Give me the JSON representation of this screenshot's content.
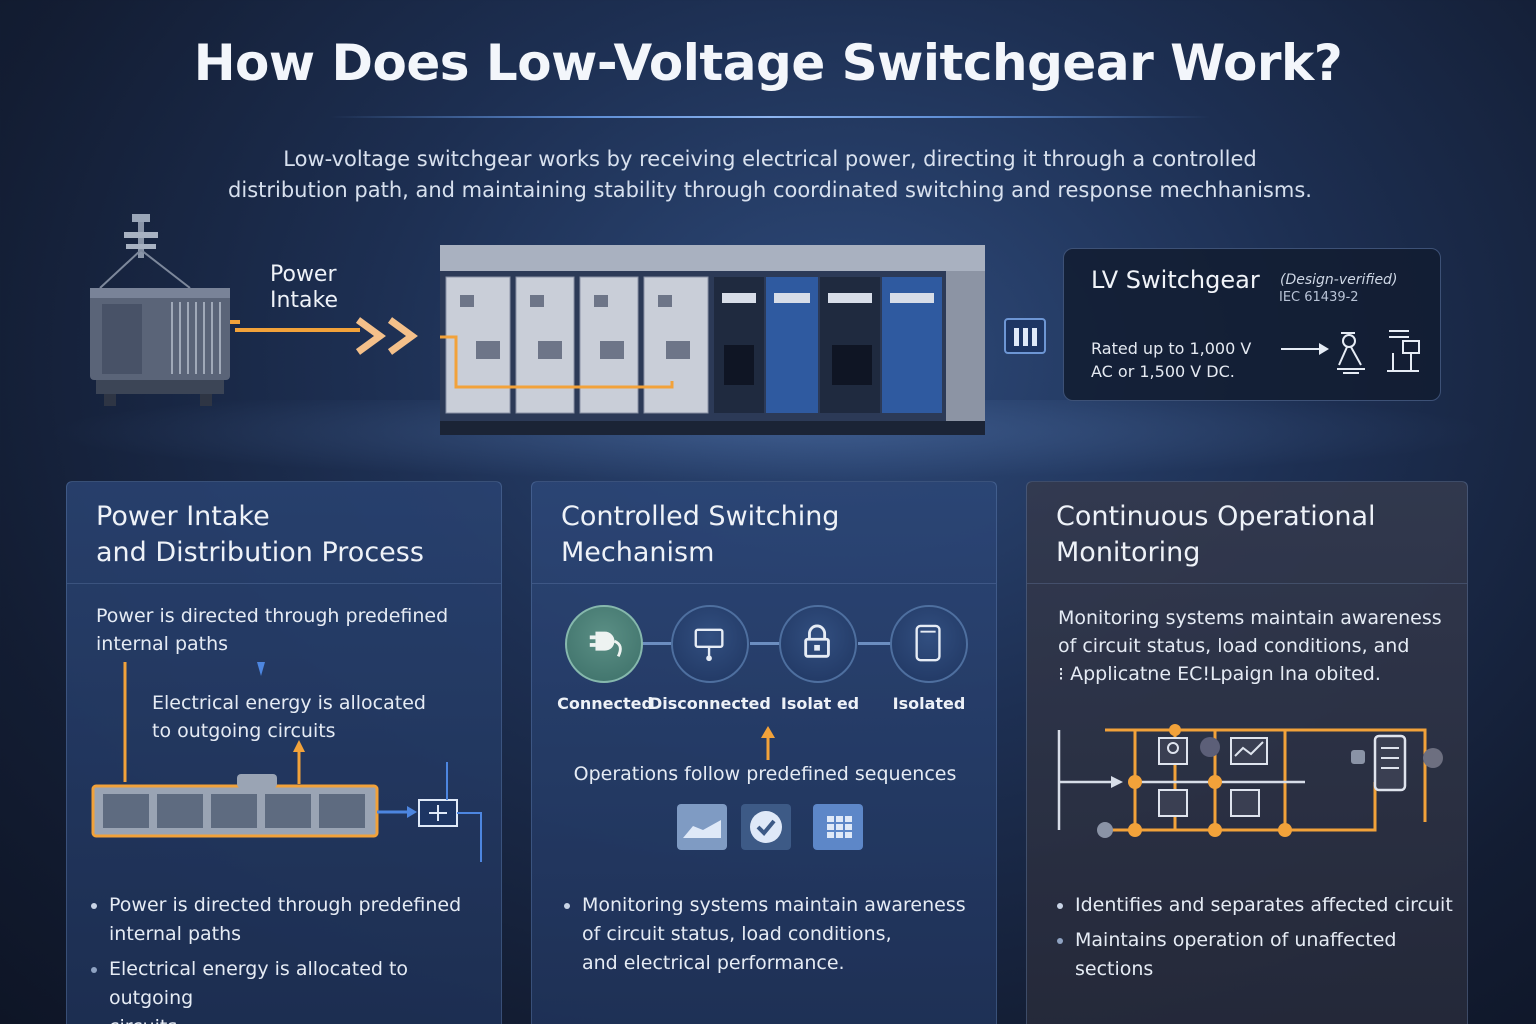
{
  "header": {
    "title": "How Does Low-Voltage Switchgear Work?",
    "intro_line1": "Low-voltage switchgear works by receiving electrical power, directing it through a controlled",
    "intro_line2": "distribution path, and maintaining stability through coordinated switching and response mechhanisms."
  },
  "hero": {
    "power_label_line1": "Power",
    "power_label_line2": "Intake"
  },
  "spec_card": {
    "title": "LV Switchgear",
    "badge": "(Design-verified)",
    "standard": "IEC 61439-2",
    "rated_line1": "Rated up to 1,000 V",
    "rated_line2": "AC or 1,500 V DC."
  },
  "panels": [
    {
      "title_line1": "Power Intake",
      "title_line2": "and Distribution Process",
      "text1_line1": "Power is directed through predefined",
      "text1_line2": "internal paths",
      "text2_line1": "Electrical energy is allocated",
      "text2_line2": "to outgoing circuits",
      "bullets": [
        {
          "line1": "Power is directed through predefined",
          "line2": "internal paths"
        },
        {
          "line1": "Electrical energy is allocated to outgoing",
          "line2": "circuits"
        }
      ]
    },
    {
      "title_line1": "Controlled Switching",
      "title_line2": "Mechanism",
      "states": [
        "Connected",
        "Disconnected",
        "Isolat ed",
        "Isolated"
      ],
      "sequence_text": "Operations follow predefined sequences",
      "bullets": [
        {
          "line1": "Monitoring systems maintain awareness",
          "line2": "of circuit status, load conditions,",
          "line3": "and electrical performance."
        }
      ]
    },
    {
      "title_line1": "Continuous Operational",
      "title_line2": "Monitoring",
      "text_line1": "Monitoring systems maintain awareness",
      "text_line2": "of circuit status, load conditions, and",
      "text_line3": "⁝ Applicatne EC!Lpaign lna obited.",
      "bullets": [
        {
          "line1": "Identifies and separates affected circuit"
        },
        {
          "line1": "Maintains operation of unaffected",
          "line2": "sections"
        }
      ]
    }
  ],
  "colors": {
    "accent_orange": "#f2a23a",
    "accent_blue": "#4d86e0",
    "state_active": "#5b8f85"
  }
}
